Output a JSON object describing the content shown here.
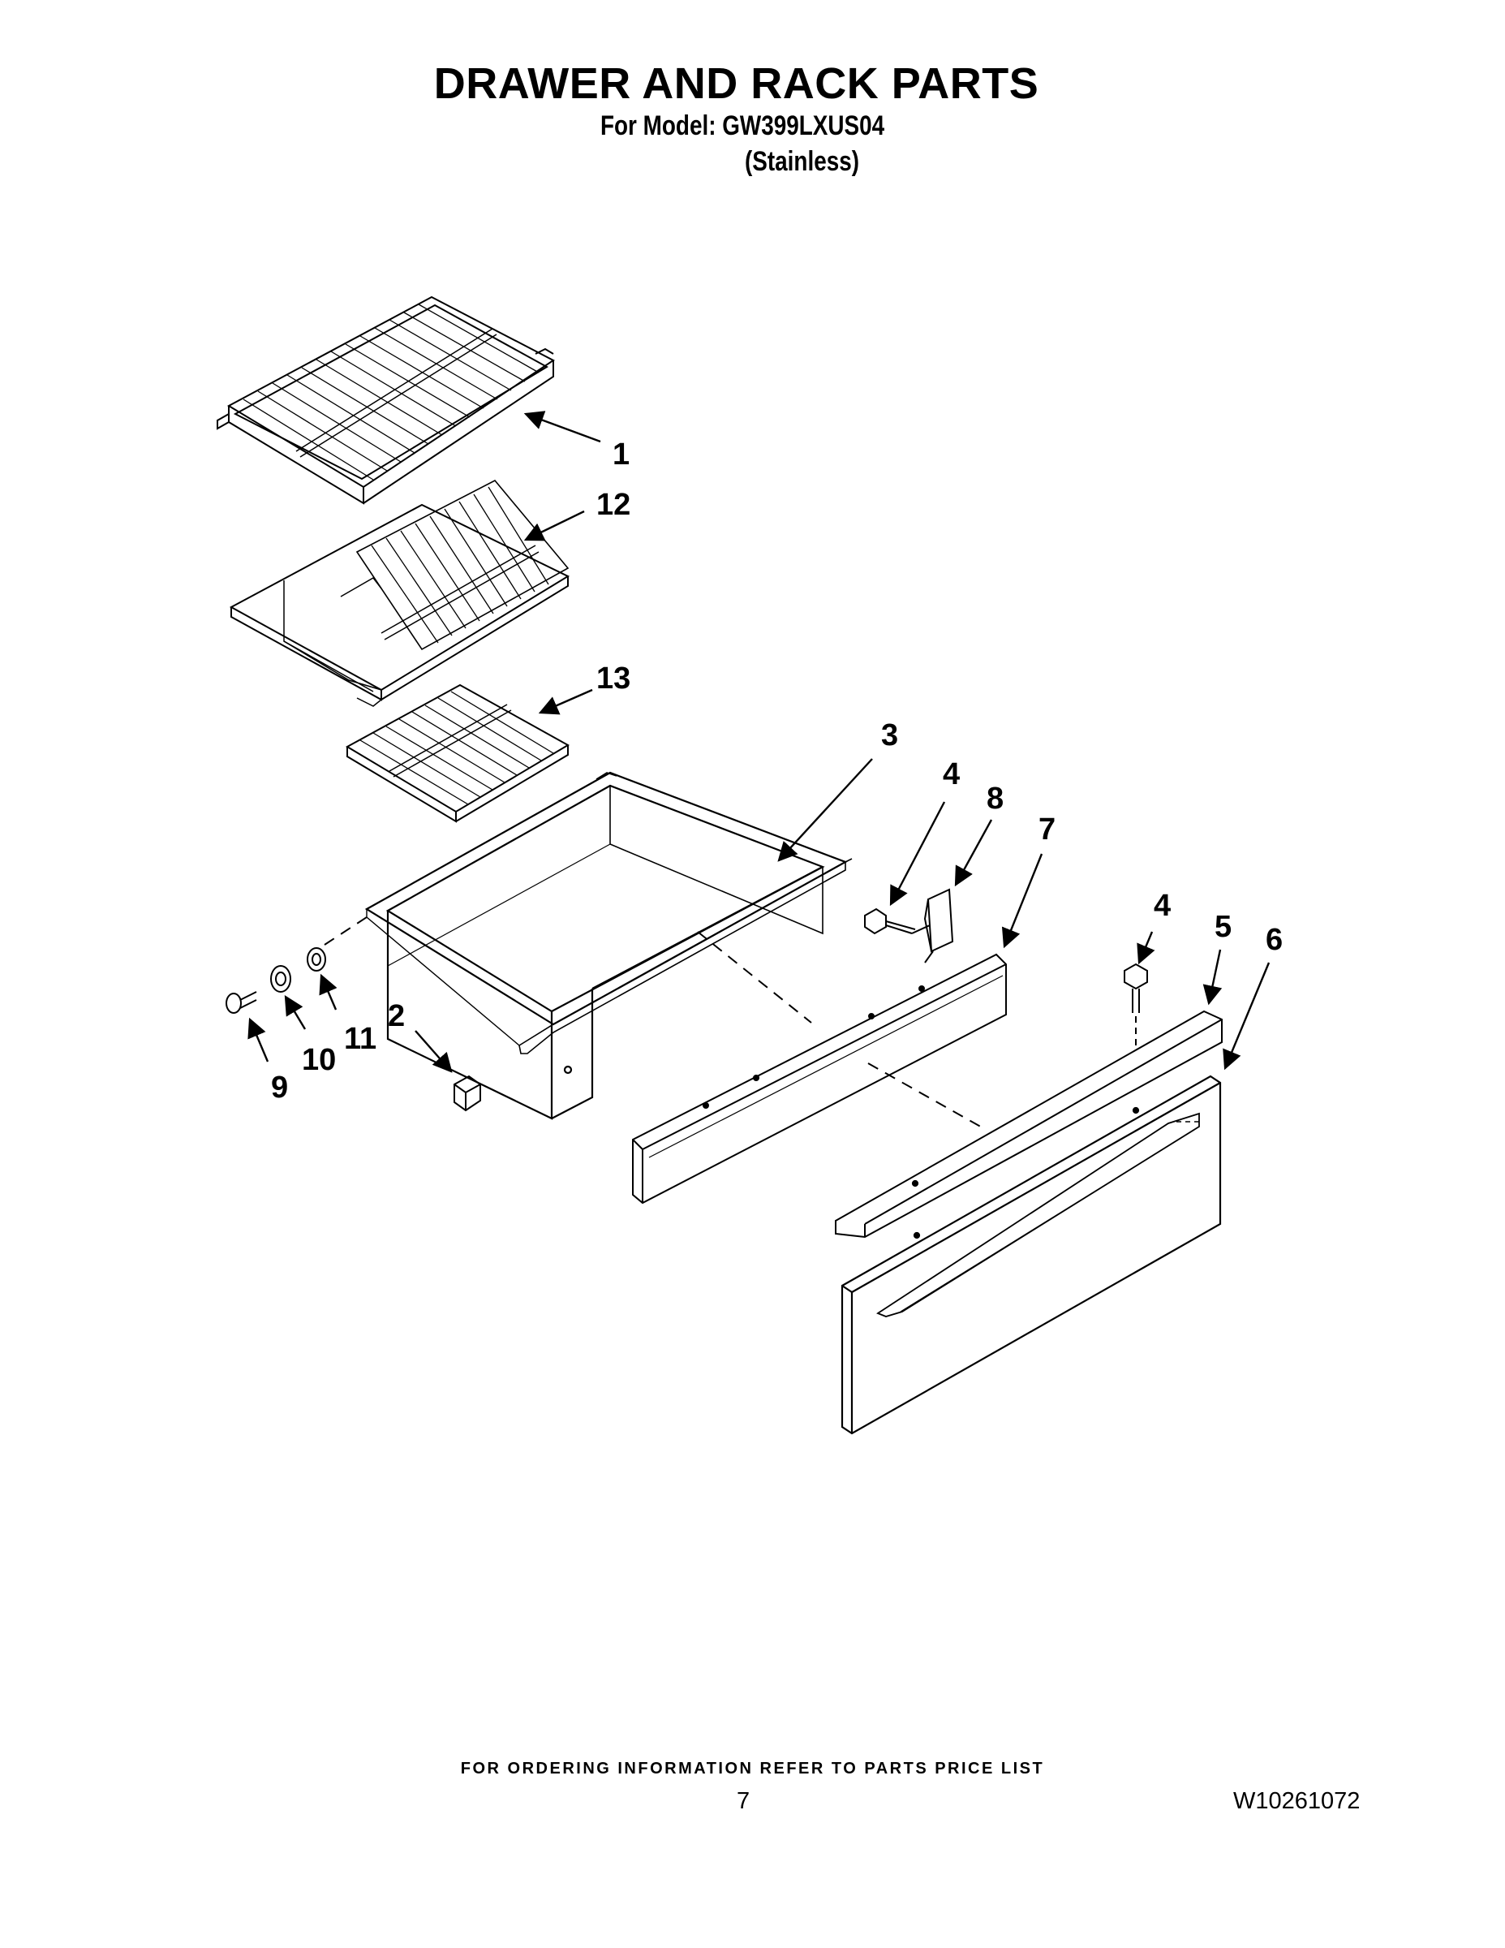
{
  "header": {
    "title": "DRAWER AND RACK PARTS",
    "model_line": "For Model: GW399LXUS04",
    "finish_line": "(Stainless)"
  },
  "callouts": [
    {
      "id": "c1",
      "label": "1"
    },
    {
      "id": "c12",
      "label": "12"
    },
    {
      "id": "c13",
      "label": "13"
    },
    {
      "id": "c3",
      "label": "3"
    },
    {
      "id": "c4a",
      "label": "4"
    },
    {
      "id": "c8",
      "label": "8"
    },
    {
      "id": "c7",
      "label": "7"
    },
    {
      "id": "c4b",
      "label": "4"
    },
    {
      "id": "c5",
      "label": "5"
    },
    {
      "id": "c6",
      "label": "6"
    },
    {
      "id": "c2",
      "label": "2"
    },
    {
      "id": "c9",
      "label": "9"
    },
    {
      "id": "c10",
      "label": "10"
    },
    {
      "id": "c11",
      "label": "11"
    }
  ],
  "footer": {
    "ordering_note": "FOR ORDERING INFORMATION REFER TO PARTS PRICE LIST",
    "page_number": "7",
    "document_number": "W10261072"
  }
}
